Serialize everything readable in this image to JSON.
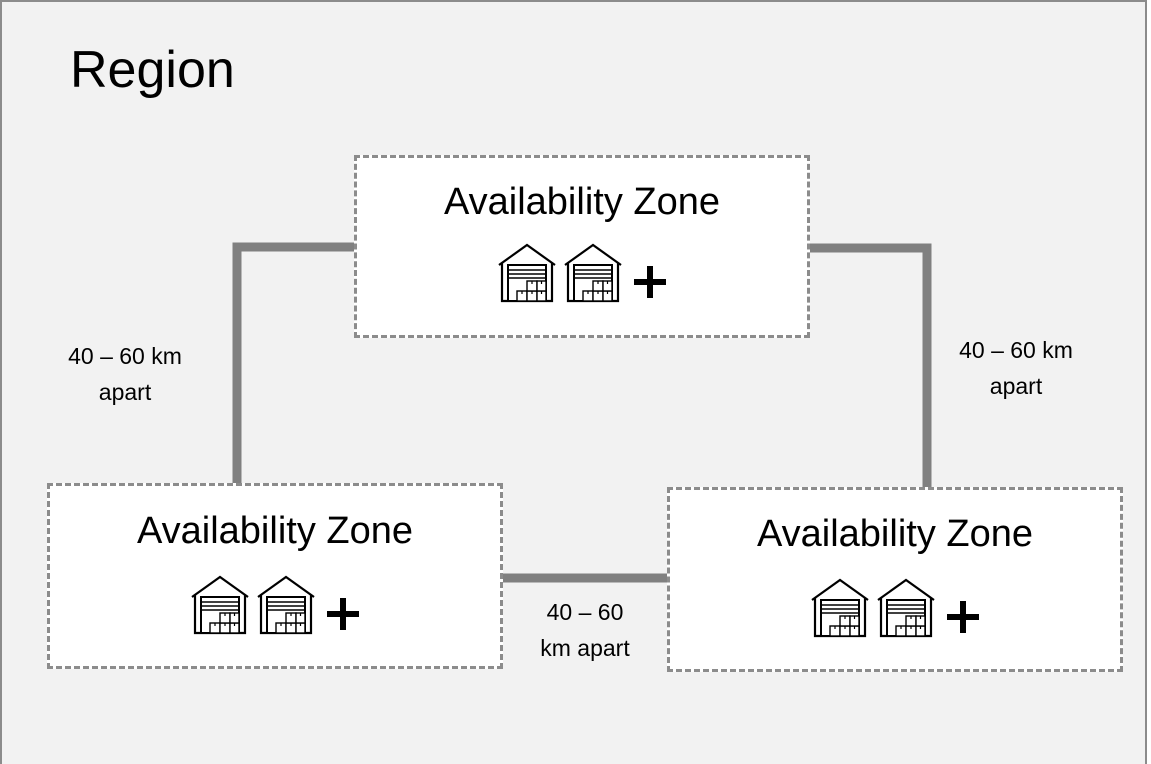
{
  "region": {
    "title": "Region"
  },
  "zones": [
    {
      "title": "Availability Zone",
      "icons": [
        "data-center-icon",
        "data-center-icon",
        "plus-icon"
      ]
    },
    {
      "title": "Availability Zone",
      "icons": [
        "data-center-icon",
        "data-center-icon",
        "plus-icon"
      ]
    },
    {
      "title": "Availability Zone",
      "icons": [
        "data-center-icon",
        "data-center-icon",
        "plus-icon"
      ]
    }
  ],
  "distances": {
    "left": {
      "line1": "40 – 60 km",
      "line2": "apart"
    },
    "right": {
      "line1": "40 – 60 km",
      "line2": "apart"
    },
    "bottom": {
      "line1": "40 – 60",
      "line2": "km apart"
    }
  },
  "colors": {
    "region_fill": "#f2f2f2",
    "border": "#8c8c8c",
    "connector": "#808080",
    "zone_fill": "#ffffff"
  }
}
